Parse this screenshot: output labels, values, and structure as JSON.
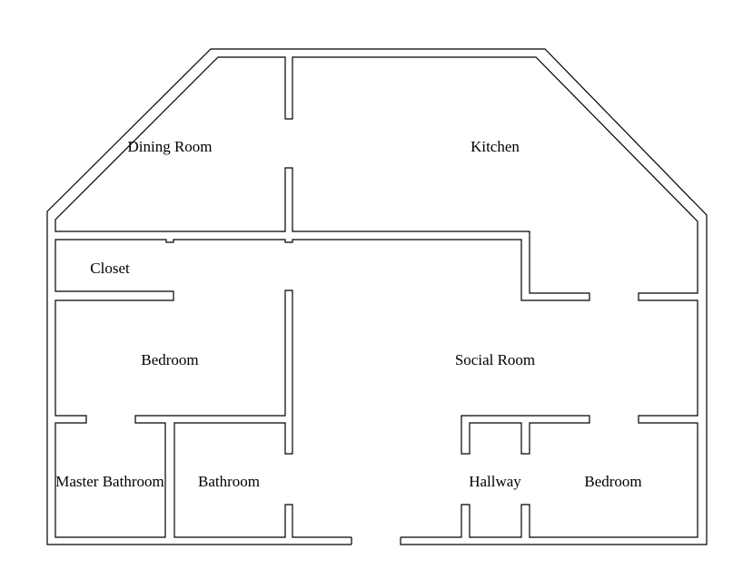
{
  "rooms": {
    "dining_room": "Dining Room",
    "kitchen": "Kitchen",
    "closet": "Closet",
    "bedroom_left": "Bedroom",
    "social_room": "Social Room",
    "master_bathroom": "Master Bathroom",
    "bathroom": "Bathroom",
    "hallway": "Hallway",
    "bedroom_right": "Bedroom"
  },
  "colors": {
    "wall": "#000000",
    "background": "#ffffff"
  }
}
